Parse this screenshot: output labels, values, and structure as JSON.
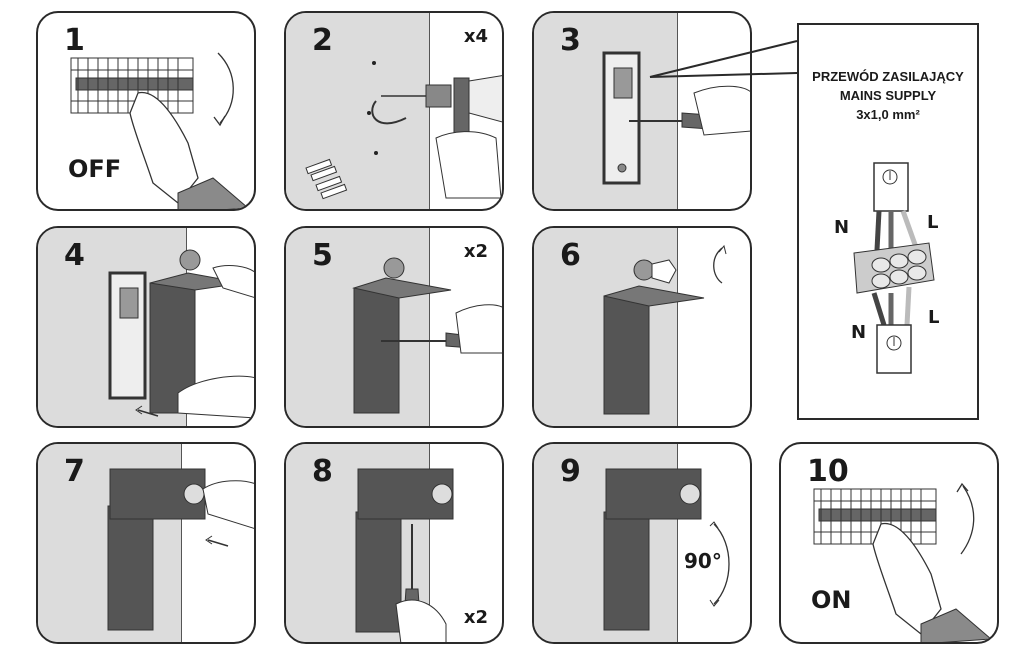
{
  "title": "Wall lamp installation instructions",
  "steps": [
    {
      "number": "1",
      "word": "OFF"
    },
    {
      "number": "2",
      "multiplier": "x4"
    },
    {
      "number": "3"
    },
    {
      "number": "4"
    },
    {
      "number": "5",
      "multiplier": "x2"
    },
    {
      "number": "6"
    },
    {
      "number": "7"
    },
    {
      "number": "8",
      "multiplier": "x2"
    },
    {
      "number": "9",
      "angle": "90°"
    },
    {
      "number": "10",
      "word": "ON"
    }
  ],
  "callout": {
    "line1": "PRZEWÓD ZASILAJĄCY",
    "line2": "MAINS SUPPLY",
    "line3": "3x1,0 mm²",
    "labels": {
      "n_top": "N",
      "l_top": "L",
      "n_bottom": "N",
      "l_bottom": "L"
    }
  },
  "colors": {
    "wall": "#dcdcdc",
    "fixture": "#4a4a4a",
    "outline": "#2a2a2a",
    "sleeve": "#6e6e6e"
  }
}
